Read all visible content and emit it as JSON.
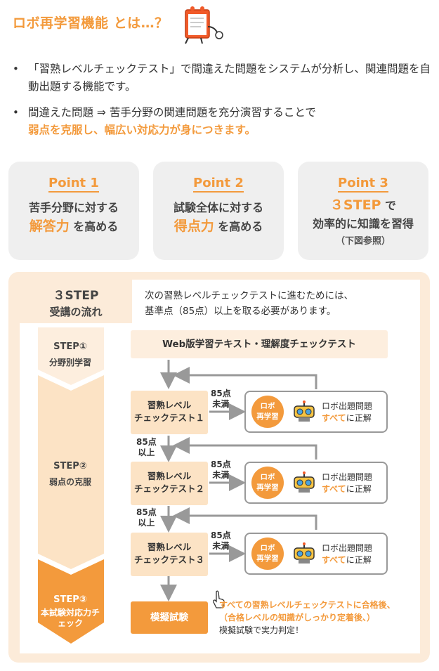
{
  "header": {
    "title": "ロボ再学習機能 とは…？",
    "icon": "clipboard-robot-icon"
  },
  "bullets": [
    {
      "text": "「習熟レベルチェックテスト」で間違えた問題をシステムが分析し、関連問題を自動出題する機能です。"
    },
    {
      "text": "間違えた問題 ⇒ 苦手分野の関連問題を充分演習することで",
      "highlight": "弱点を克服し、幅広い対応力が身につきます。"
    }
  ],
  "points": [
    {
      "title": "Point 1",
      "line1": "苦手分野に対する",
      "strong": "解答力",
      "rest": " を高める"
    },
    {
      "title": "Point 2",
      "line1": "試験全体に対する",
      "strong": "得点力",
      "rest": " を高める"
    },
    {
      "title": "Point 3",
      "strong": "３STEP",
      "rest": " で",
      "line2": "効率的に知識を習得",
      "note": "（下図参照）"
    }
  ],
  "flow": {
    "header_line1": "３STEP",
    "header_line2": "受講の流れ",
    "intro_line1": "次の習熟レベルチェックテストに進むためには、",
    "intro_line2": "基準点（85点）以上を取る必要があります。",
    "steps": [
      {
        "label": "STEP①",
        "sub": "分野別学習"
      },
      {
        "label": "STEP②",
        "sub": "弱点の克服"
      },
      {
        "label": "STEP③",
        "sub": "本試験対応力チェック"
      }
    ],
    "web_box": "Web版学習テキスト・理解度チェックテスト",
    "tests": [
      {
        "line1": "習熟レベル",
        "line2": "チェックテスト１"
      },
      {
        "line1": "習熟レベル",
        "line2": "チェックテスト２"
      },
      {
        "line1": "習熟レベル",
        "line2": "チェックテスト３"
      }
    ],
    "below_label": "85点未満",
    "below_line1": "85点",
    "below_line2": "未満",
    "above_line1": "85点",
    "above_line2": "以上",
    "robo_circle_line1": "ロボ",
    "robo_circle_line2": "再学習",
    "robo_text_line1": "ロボ出題問題",
    "robo_text_all": "すべて",
    "robo_text_rest": "に正解",
    "mock_exam": "模擬試験",
    "final_line1": "すべての習熟レベルチェックテストに合格後、",
    "final_line2": "（合格レベルの知識がしっかり定着後、）",
    "final_line3": "模擬試験で実力判定！"
  },
  "colors": {
    "accent": "#f39a3c",
    "accent_light": "#fce3c5",
    "panel_bg": "#efefef",
    "arrow": "#999999"
  }
}
